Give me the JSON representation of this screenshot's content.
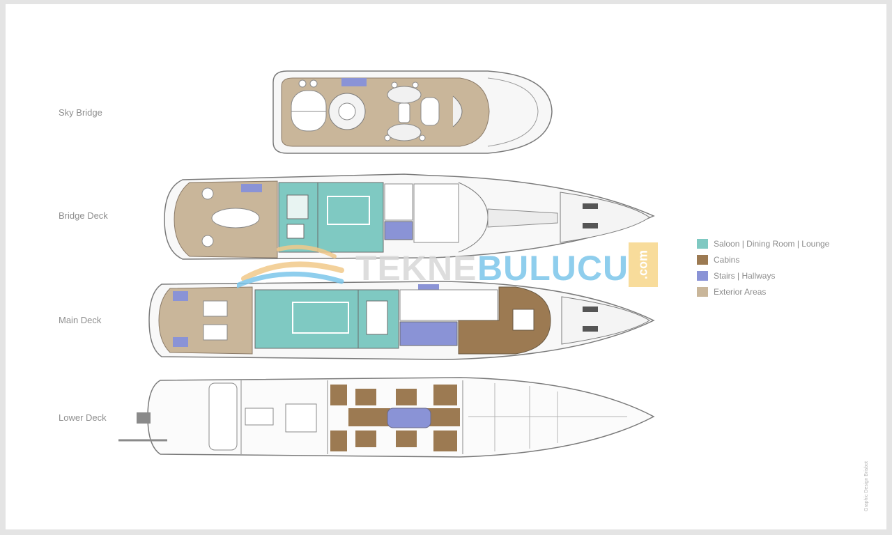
{
  "decks": [
    {
      "id": "sky",
      "label": "Sky Bridge"
    },
    {
      "id": "bridge",
      "label": "Bridge Deck"
    },
    {
      "id": "main",
      "label": "Main Deck"
    },
    {
      "id": "lower",
      "label": "Lower Deck"
    }
  ],
  "legend": [
    {
      "label": "Saloon | Dining Room | Lounge",
      "color": "#7fc9c2"
    },
    {
      "label": "Cabins",
      "color": "#9c7a52"
    },
    {
      "label": "Stairs | Hallways",
      "color": "#8a93d6"
    },
    {
      "label": "Exterior Areas",
      "color": "#c9b69a"
    }
  ],
  "watermark": {
    "part1": "TEKNE",
    "part2": "BULUCU",
    "suffix": ".com"
  },
  "credit": "Graphic Design Brisbot",
  "colors": {
    "saloon": "#7fc9c2",
    "cabins": "#9c7a52",
    "stairs": "#8a93d6",
    "exterior": "#c9b69a",
    "line": "#7a7a7a",
    "light_line": "#b5b5b5"
  }
}
